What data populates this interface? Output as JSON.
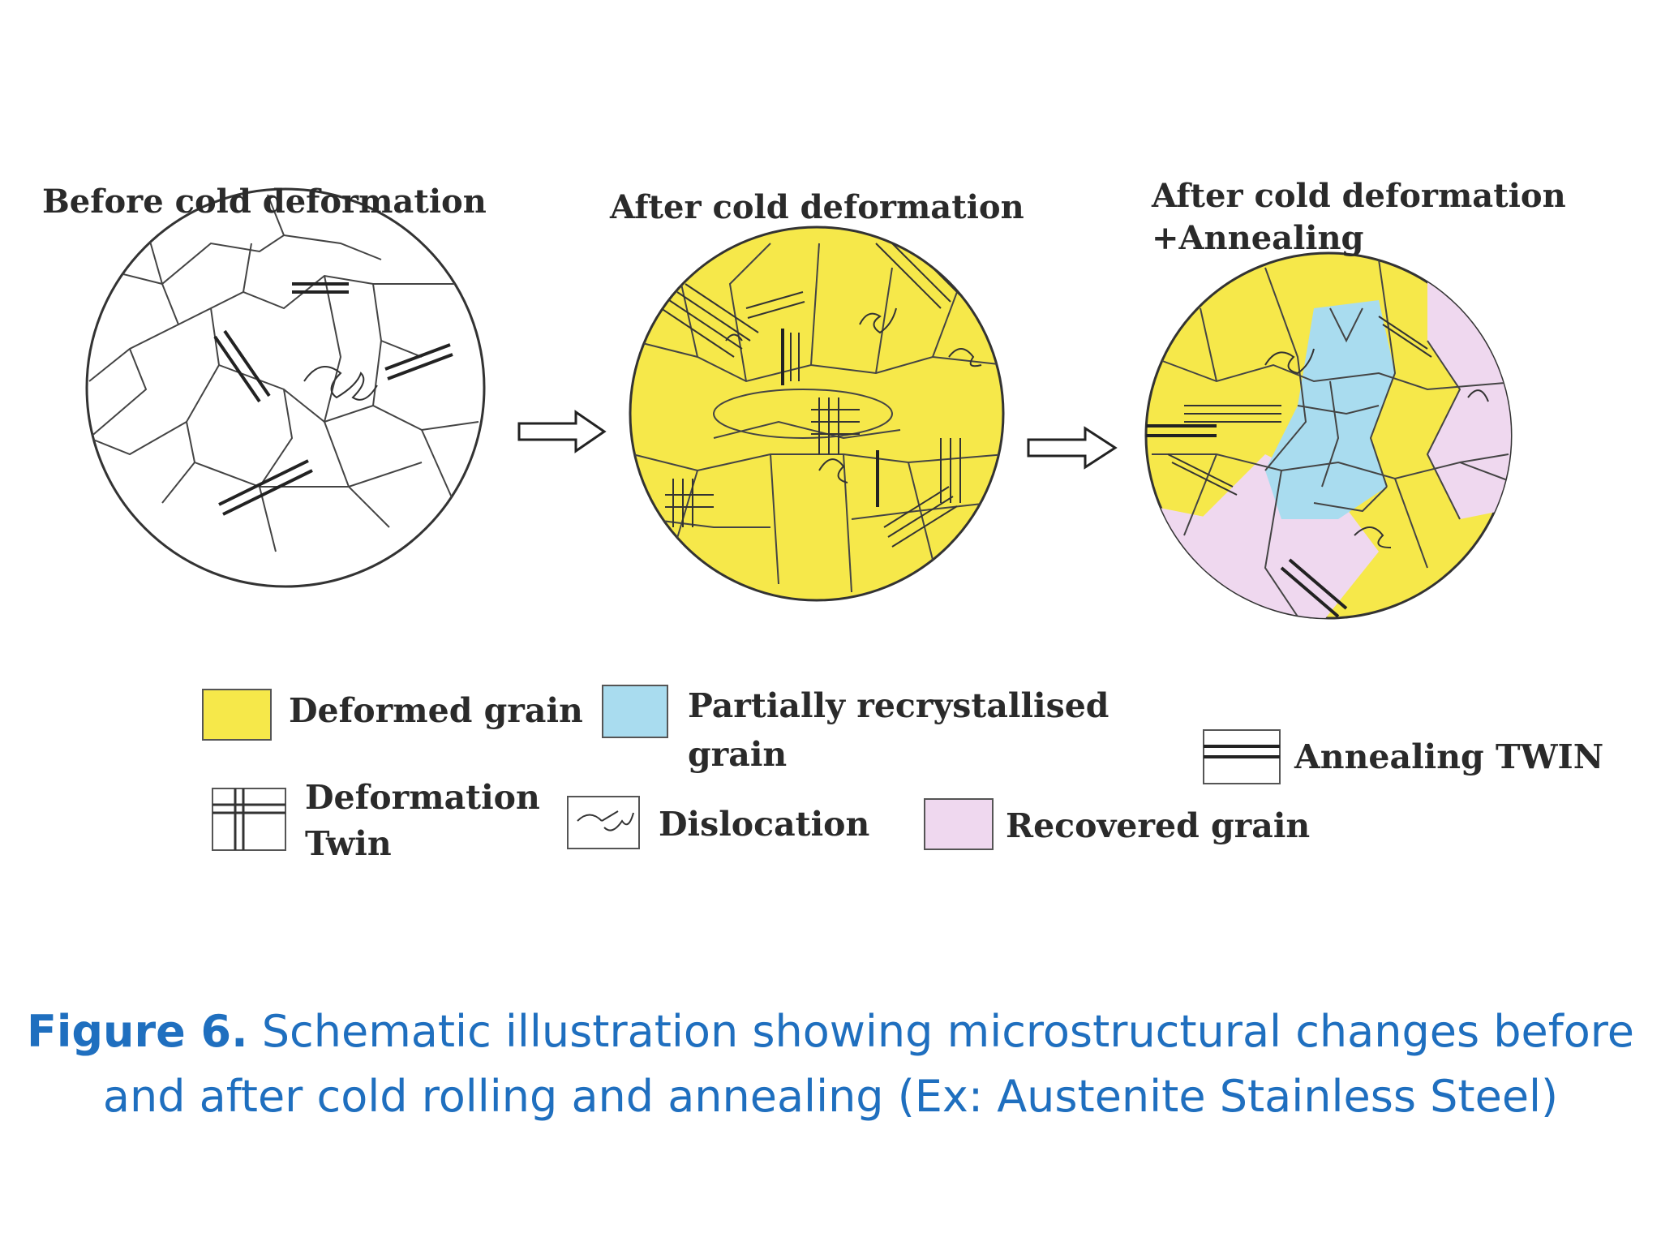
{
  "panels": [
    {
      "title_lines": [
        "Before cold deformation"
      ]
    },
    {
      "title_lines": [
        "After cold deformation"
      ]
    },
    {
      "title_lines": [
        "After cold deformation",
        "+Annealing"
      ]
    }
  ],
  "legend": {
    "deformed_grain": "Deformed grain",
    "partially_recrystallised_line1": "Partially recrystallised",
    "partially_recrystallised_line2": "grain",
    "annealing_twin": "Annealing TWIN",
    "deformation_twin_line1": "Deformation",
    "deformation_twin_line2": "Twin",
    "dislocation": "Dislocation",
    "recovered_grain": "Recovered grain"
  },
  "colors": {
    "deformed": "#f6e84a",
    "partially_recrystallised": "#a9dcef",
    "recovered": "#efd8ef",
    "caption": "#1f6fbf",
    "line": "#333333"
  },
  "caption": {
    "label": "Figure 6.",
    "text": "Schematic illustration showing microstructural changes before and after cold rolling and annealing (Ex: Austenite Stainless Steel)"
  }
}
